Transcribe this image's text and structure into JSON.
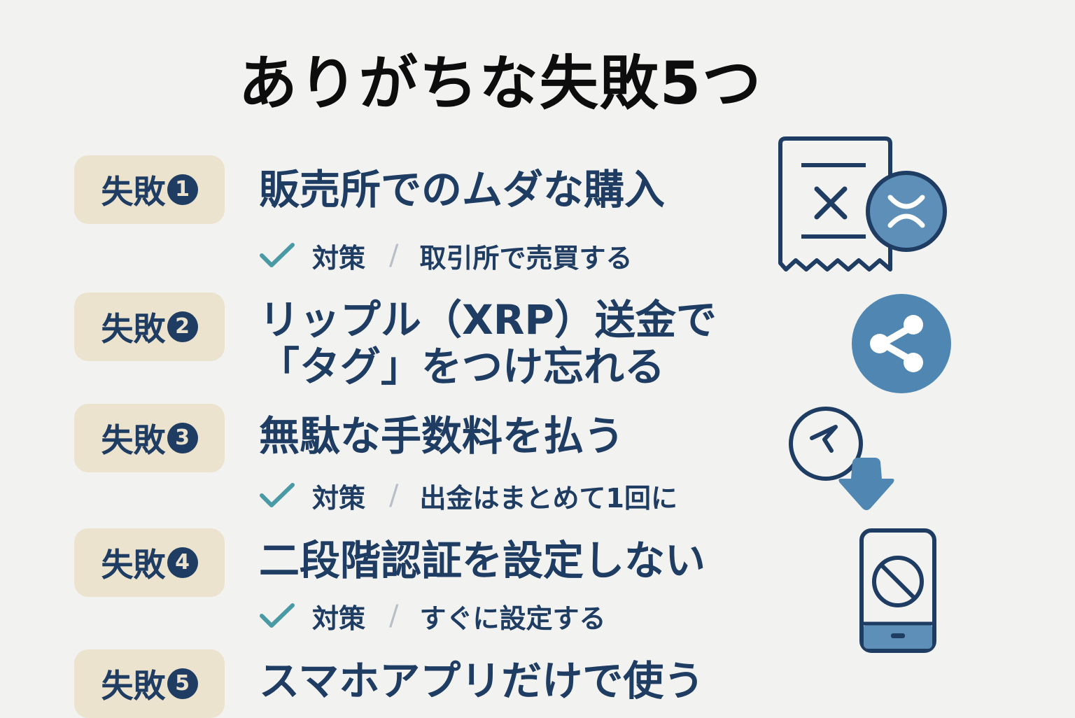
{
  "title": "ありがちな失敗5つ",
  "colors": {
    "navy": "#1f3d62",
    "badge_bg": "#ece3cf",
    "accent_blue": "#4f86b2",
    "check": "#4a9aa6"
  },
  "items": [
    {
      "badge": "失敗",
      "num": "1",
      "heading": [
        "販売所でのムダな購入"
      ],
      "measure_label": "対策",
      "measure_text": "取引所で売買する",
      "icon": "receipt-xrp-icon"
    },
    {
      "badge": "失敗",
      "num": "2",
      "heading": [
        "リップル（XRP）送金で",
        "「タグ」をつけ忘れる"
      ],
      "icon": "xrp-logo-icon"
    },
    {
      "badge": "失敗",
      "num": "3",
      "heading": [
        "無駄な手数料を払う"
      ],
      "measure_label": "対策",
      "measure_text": "出金はまとめて1回に",
      "icon": "fee-clock-down-icon"
    },
    {
      "badge": "失敗",
      "num": "4",
      "heading": [
        "二段階認証を設定しない"
      ],
      "measure_label": "対策",
      "measure_text": "すぐに設定する",
      "icon": "phone-prohibited-icon"
    },
    {
      "badge": "失敗",
      "num": "5",
      "heading": [
        "スマホアプリだけで使う"
      ]
    }
  ]
}
